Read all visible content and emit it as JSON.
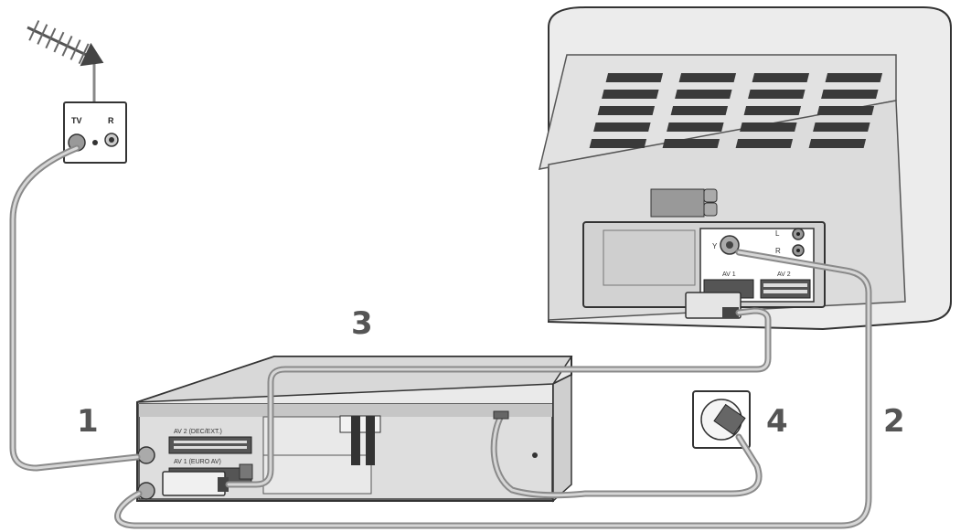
{
  "steps": [
    "1",
    "2",
    "3",
    "4"
  ],
  "wall_socket": {
    "tv_label": "TV",
    "radio_label": "R"
  },
  "tv_panel": {
    "left_label": "L",
    "right_label": "R",
    "av1_label": "AV 1",
    "av2_label": "AV 2"
  },
  "vcr_panel": {
    "scart_top_label": "AV 2 (DEC/EXT.)",
    "scart_bottom_label": "AV 1 (EURO AV)"
  },
  "colors": {
    "line": "#333333",
    "body_light": "#ededed",
    "body_mid": "#d4d4d4",
    "cable": "#8a8a8a"
  }
}
